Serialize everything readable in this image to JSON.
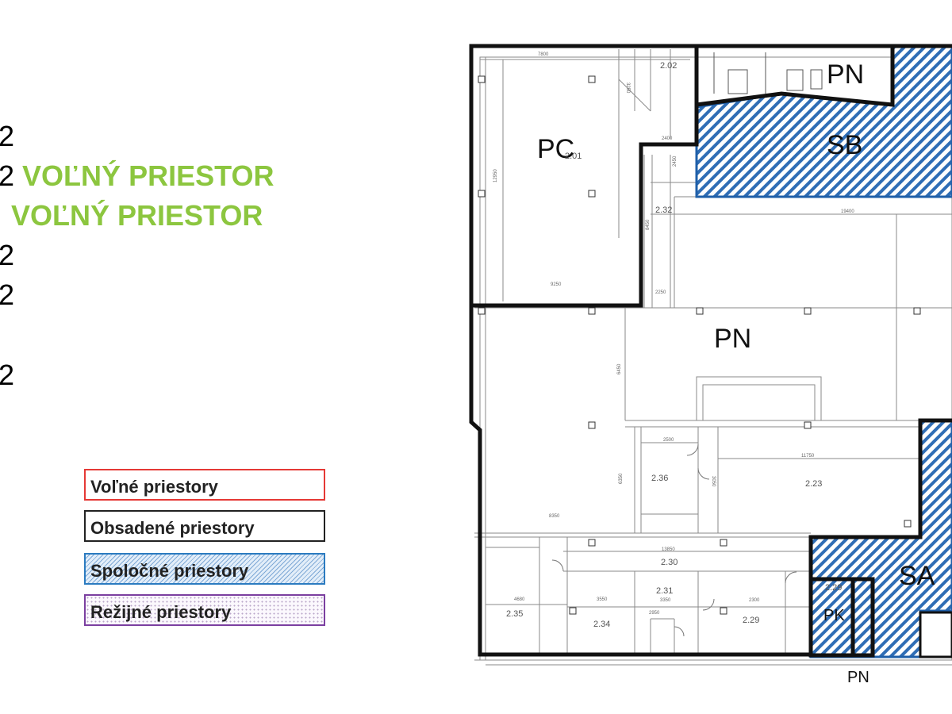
{
  "side_list": [
    {
      "text": "2",
      "highlight": ""
    },
    {
      "text": "2",
      "highlight": "VOĽNÝ PRIESTOR"
    },
    {
      "text": "",
      "highlight": "VOĽNÝ PRIESTOR"
    },
    {
      "text": "2",
      "highlight": ""
    },
    {
      "text": "2",
      "highlight": ""
    },
    {
      "text": "2",
      "highlight": ""
    }
  ],
  "legend": {
    "free": "Voľné priestory",
    "occupied": "Obsadené priestory",
    "common": "Spoločné priestory",
    "overhead": "Režijné priestory"
  },
  "colors": {
    "green": "#8cc63f",
    "free": "#e53935",
    "occupied": "#222222",
    "common": "#2b7bc0",
    "overhead": "#7b3fa0"
  },
  "zones": {
    "pc": "PC",
    "pn_top": "PN",
    "sb": "SB",
    "pn_main": "PN",
    "sa": "SA",
    "pk": "PK",
    "pn_bottom": "PN"
  },
  "rooms": {
    "r202": "2.02",
    "r201": "2.01",
    "r232": "2.32",
    "r236": "2.36",
    "r223": "2.23",
    "r230": "2.30",
    "r231": "2.31",
    "r229": "2.29",
    "r229b": "2.29",
    "r235": "2.35",
    "r234": "2.34"
  },
  "dimensions": {
    "d1": "7800",
    "d2": "3250",
    "d3": "12950",
    "d4": "9250",
    "d5": "19400",
    "d6": "6450",
    "d7": "2500",
    "d8": "6350",
    "d9": "11750",
    "d10": "8350",
    "d11": "13850",
    "d12": "3550",
    "d13": "3350",
    "d14": "2950",
    "d15": "2300",
    "d16": "4680",
    "d17": "3050",
    "d18": "2450",
    "d19": "2400",
    "d20": "8450",
    "d21": "2250"
  }
}
